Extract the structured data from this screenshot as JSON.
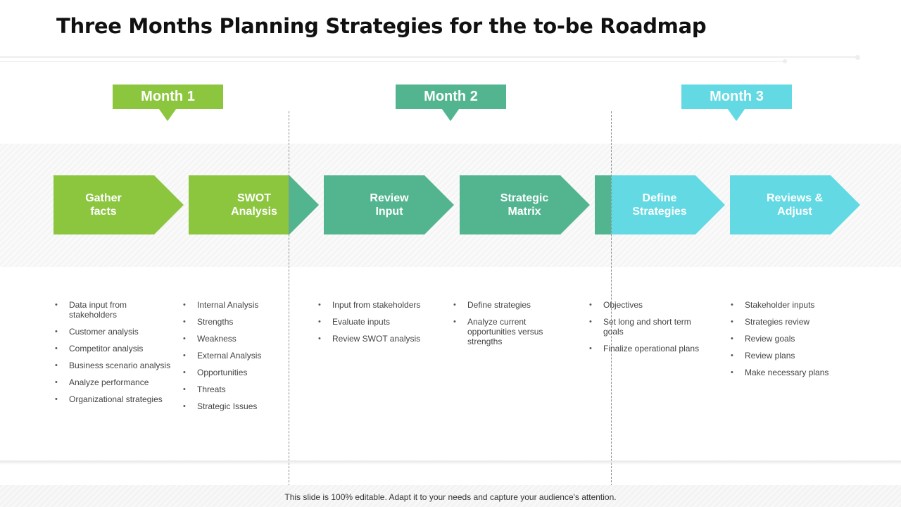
{
  "slide": {
    "title": "Three Months Planning Strategies for the to-be Roadmap",
    "footer": "This slide is 100% editable. Adapt it to your needs and capture your audience's attention."
  },
  "colors": {
    "month1": "#8cc63f",
    "month2": "#52b590",
    "month3": "#62d9e3"
  },
  "months": [
    {
      "label": "Month 1",
      "color": "#8cc63f"
    },
    {
      "label": "Month 2",
      "color": "#52b590"
    },
    {
      "label": "Month 3",
      "color": "#62d9e3"
    }
  ],
  "steps": [
    {
      "label": "Gather\nfacts",
      "color": "#8cc63f"
    },
    {
      "label": "SWOT\nAnalysis",
      "color": "#8cc63f"
    },
    {
      "label": "Review\nInput",
      "color": "#52b590"
    },
    {
      "label": "Strategic\nMatrix",
      "color": "#52b590"
    },
    {
      "label": "Define\nStrategies",
      "color": "#62d9e3"
    },
    {
      "label": "Reviews &\nAdjust",
      "color": "#62d9e3"
    }
  ],
  "details": [
    [
      "Data input from stakeholders",
      "Customer analysis",
      "Competitor analysis",
      "Business scenario analysis",
      "Analyze  performance",
      "Organizational strategies"
    ],
    [
      "Internal Analysis",
      "Strengths",
      "Weakness",
      "External Analysis",
      "Opportunities",
      "Threats",
      "Strategic Issues"
    ],
    [
      "Input from stakeholders",
      "Evaluate inputs",
      "Review SWOT analysis"
    ],
    [
      "Define strategies",
      "Analyze  current opportunities versus strengths"
    ],
    [
      "Objectives",
      "Set long and short term goals",
      "Finalize operational plans"
    ],
    [
      "Stakeholder inputs",
      "Strategies review",
      "Review goals",
      "Review plans",
      "Make necessary plans"
    ]
  ]
}
